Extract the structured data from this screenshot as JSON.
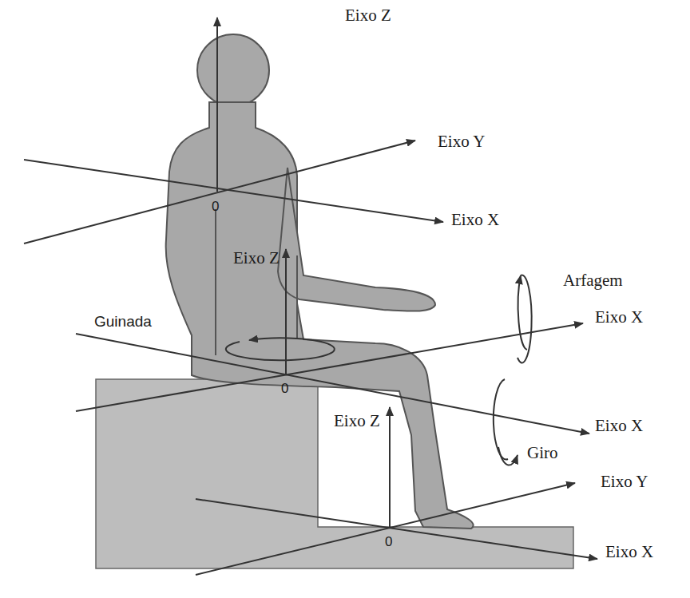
{
  "diagram": {
    "labels": [
      "Eixo Z",
      "Eixo Y",
      "0",
      "Eixo X",
      "Eixo Z",
      "Arfagem",
      "Guinada",
      "Eixo X",
      "0",
      "Eixo Z",
      "Eixo X",
      "Giro",
      "Eixo Y",
      "0",
      "Eixo X"
    ]
  }
}
